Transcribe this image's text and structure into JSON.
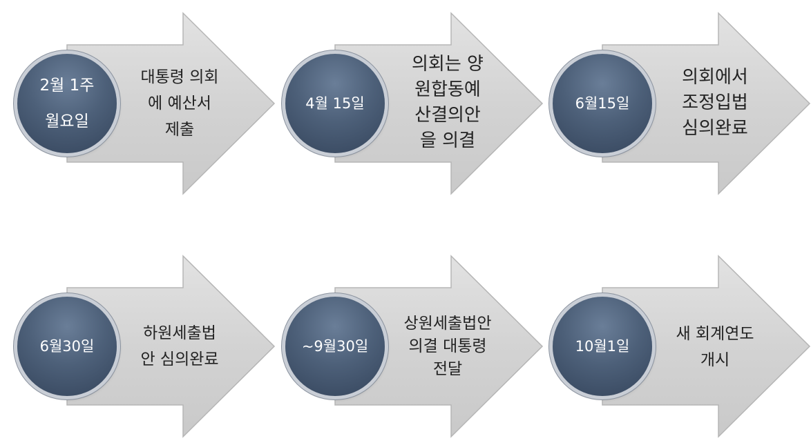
{
  "steps": [
    {
      "date_lines": [
        "2월 1주",
        "월요일"
      ],
      "text_lines": [
        "대통령 의회",
        "에 예산서",
        "제출"
      ]
    },
    {
      "date_lines": [
        "4월 15일"
      ],
      "text_lines": [
        "의회는 양",
        "원합동예",
        "산결의안",
        "을 의결"
      ]
    },
    {
      "date_lines": [
        "6월15일"
      ],
      "text_lines": [
        "의회에서",
        "조정입법",
        "심의완료"
      ]
    },
    {
      "date_lines": [
        "6월30일"
      ],
      "text_lines": [
        "하원세출법",
        "안 심의완료"
      ]
    },
    {
      "date_lines": [
        "~9월30일"
      ],
      "text_lines": [
        "상원세출법안",
        "의결 대통령",
        "전달"
      ]
    },
    {
      "date_lines": [
        "10월1일"
      ],
      "text_lines": [
        "새 회계연도",
        "개시"
      ]
    }
  ],
  "colors": {
    "badge_fill": "#4d6079",
    "arrow_fill": "#d6d6d6",
    "arrow_stroke": "#b8b8b8",
    "badge_text": "#ffffff",
    "body_text": "#222222"
  }
}
